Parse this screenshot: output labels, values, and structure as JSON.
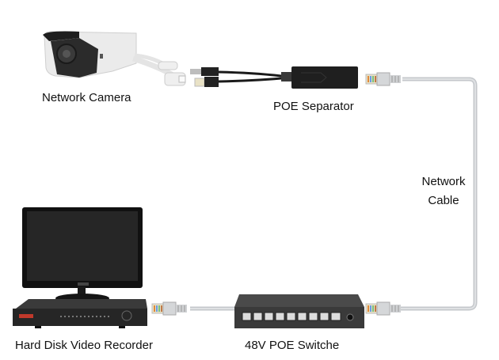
{
  "diagram": {
    "type": "network-topology",
    "nodes": [
      {
        "id": "camera",
        "label": "Network Camera"
      },
      {
        "id": "separator",
        "label": "POE Separator"
      },
      {
        "id": "switch",
        "label": "48V POE Switche"
      },
      {
        "id": "nvr",
        "label": "Hard Disk Video Recorder"
      }
    ],
    "edges": [
      {
        "from": "camera",
        "to": "separator",
        "kind": "DC + RJ45 pigtail"
      },
      {
        "from": "separator",
        "to": "switch",
        "kind": "network-cable"
      },
      {
        "from": "switch",
        "to": "nvr",
        "kind": "network-cable"
      }
    ],
    "cable_label_line1": "Network",
    "cable_label_line2": "Cable",
    "switch_ports": 9,
    "colors": {
      "cable": "#c9ccd0",
      "device_dark": "#2a2a2a",
      "camera_body": "#ececec",
      "text": "#111111"
    }
  }
}
